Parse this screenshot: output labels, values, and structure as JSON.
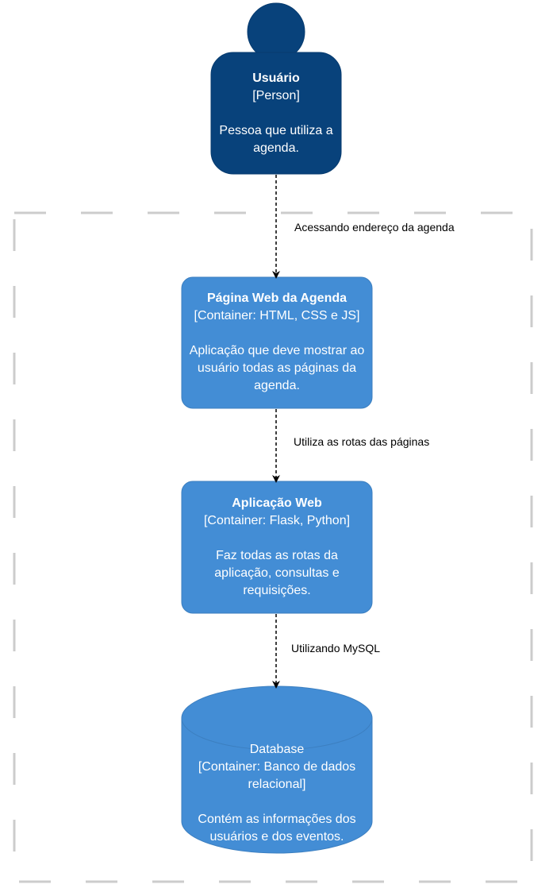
{
  "colors": {
    "person": "#08427b",
    "person_stroke": "#073b6f",
    "container": "#438dd5",
    "container_stroke": "#3c7fc0",
    "boundary": "#cccccc",
    "arrow": "#000000"
  },
  "nodes": {
    "user": {
      "title": "Usuário",
      "kind": "[Person]",
      "description": "Pessoa que utiliza a agenda."
    },
    "webpage": {
      "title": "Página Web da Agenda",
      "kind": "[Container: HTML, CSS e JS]",
      "description": "Aplicação que deve mostrar ao usuário todas as páginas da agenda."
    },
    "webapp": {
      "title": "Aplicação Web",
      "kind": "[Container: Flask, Python]",
      "description": "Faz todas as rotas da aplicação, consultas e requisições."
    },
    "database": {
      "title": "Database",
      "kind": "[Container: Banco de dados relacional]",
      "description": "Contém as informações dos usuários e dos eventos."
    }
  },
  "edges": {
    "user_to_webpage": "Acessando endereço da agenda",
    "webpage_to_webapp": "Utiliza as rotas das páginas",
    "webapp_to_database": "Utilizando MySQL"
  }
}
